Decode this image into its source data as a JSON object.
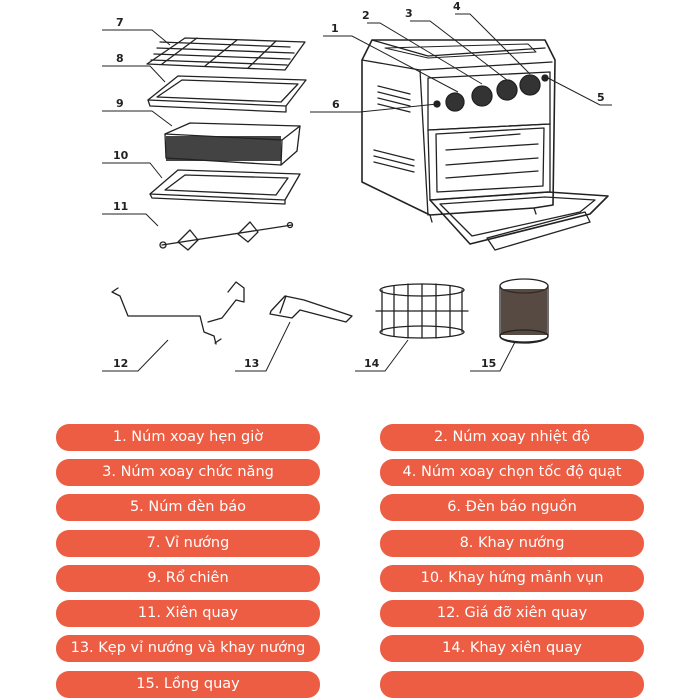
{
  "callouts": [
    "1",
    "2",
    "3",
    "4",
    "5",
    "6",
    "7",
    "8",
    "9",
    "10",
    "11",
    "12",
    "13",
    "14",
    "15"
  ],
  "legend": [
    "1. Núm xoay hẹn giờ",
    "2. Núm xoay nhiệt độ",
    "3. Núm xoay chức năng",
    "4. Núm xoay chọn tốc độ quạt",
    "5. Núm đèn báo",
    "6. Đèn báo nguồn",
    "7. Vỉ nướng",
    "8. Khay nướng",
    "9. Rổ chiên",
    "10. Khay hứng mảnh vụn",
    "11. Xiên quay",
    "12. Giá đỡ xiên quay",
    "13. Kẹp vỉ nướng và khay nướng",
    "14. Khay xiên quay",
    "15. Lồng quay",
    ""
  ],
  "colors": {
    "pill": "#ec5d43",
    "pill_text": "#ffffff",
    "line": "#222222"
  }
}
